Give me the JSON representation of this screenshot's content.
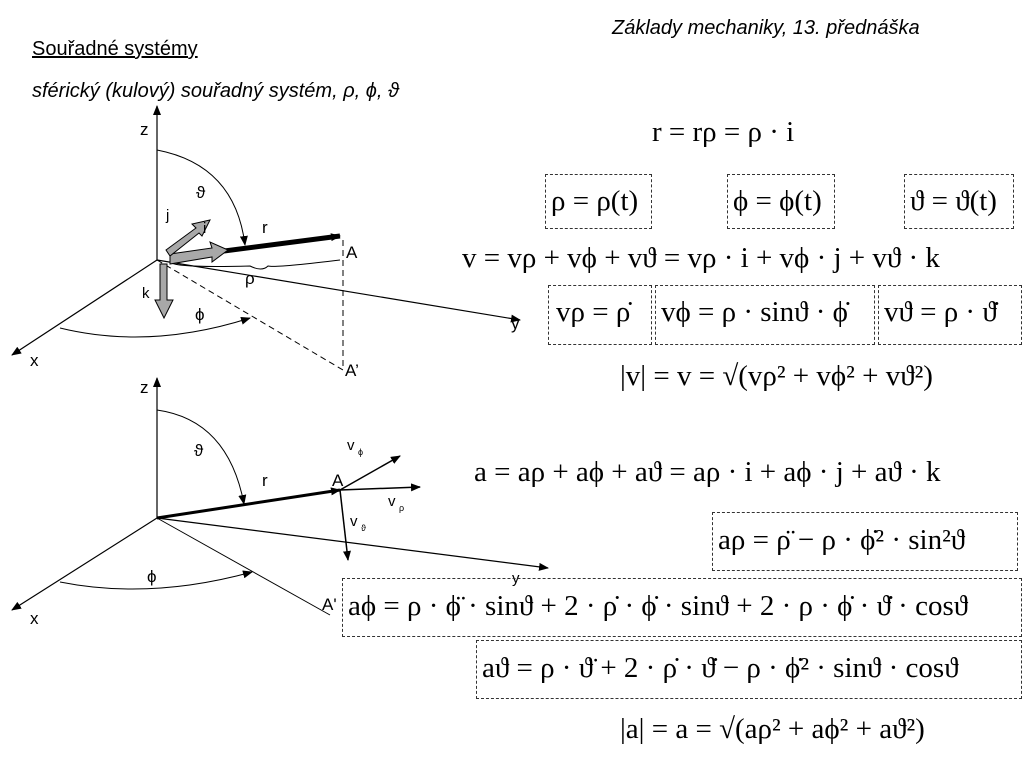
{
  "header": {
    "course": "Základy mechaniky, 13. přednáška",
    "title": "Souřadné systémy",
    "subtitle": "sférický (kulový) souřadný systém, ρ, ϕ, ϑ"
  },
  "diagram_top": {
    "labels": {
      "z": "z",
      "x": "x",
      "y": "y",
      "A": "A",
      "A_prime": "A’",
      "theta": "ϑ",
      "phi": "ϕ",
      "rho": "ρ",
      "r": "r",
      "i": "i",
      "j": "j",
      "k": "k"
    }
  },
  "diagram_bottom": {
    "labels": {
      "z": "z",
      "x": "x",
      "A": "A",
      "A_prime": "A'",
      "theta": "ϑ",
      "phi": "ϕ",
      "r": "r",
      "v_phi": "v",
      "v_rho": "v",
      "v_theta": "v",
      "sub_phi": "ϕ",
      "sub_rho": "ρ",
      "sub_theta": "ϑ",
      "y": "y"
    }
  },
  "equations": {
    "position": "r = rρ = ρ · i",
    "rho_t": "ρ = ρ(t)",
    "phi_t": "ϕ = ϕ(t)",
    "theta_t": "ϑ = ϑ(t)",
    "velocity": "v = vρ + vϕ + vϑ = vρ · i + vϕ · j + vϑ · k",
    "v_rho": "vρ = ρ̇",
    "v_phi": "vϕ = ρ · sinϑ · ϕ̇",
    "v_theta": "vϑ = ρ · ϑ̇",
    "v_mag": "|v| = v = √(vρ² + vϕ² + vϑ²)",
    "acceleration": "a = aρ + aϕ + aϑ = aρ · i + aϕ · j + aϑ · k",
    "a_rho": "aρ = ρ̈ − ρ · ϕ̇² · sin²ϑ",
    "a_phi": "aϕ = ρ · ϕ̈ · sinϑ + 2 · ρ̇ · ϕ̇ · sinϑ + 2 · ρ · ϕ̇ · ϑ̇ · cosϑ",
    "a_theta": "aϑ = ρ · ϑ̈ + 2 · ρ̇ · ϑ̇ − ρ · ϕ̇² · sinϑ · cosϑ",
    "a_mag": "|a| = a = √(aρ² + aϕ² + aϑ²)"
  }
}
